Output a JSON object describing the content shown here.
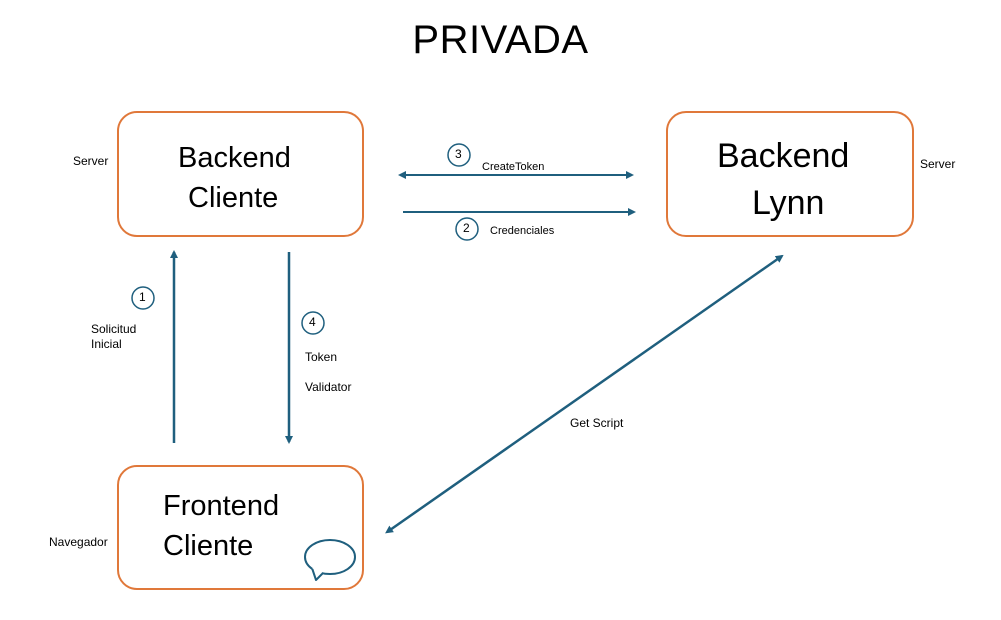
{
  "title": "PRIVADA",
  "nodes": {
    "backend_cliente": {
      "line1": "Backend",
      "line2": "Cliente",
      "side_label": "Server"
    },
    "backend_lynn": {
      "line1": "Backend",
      "line2": "Lynn",
      "side_label": "Server"
    },
    "frontend_cliente": {
      "line1": "Frontend",
      "line2": "Cliente",
      "side_label": "Navegador"
    }
  },
  "steps": [
    {
      "number": "1",
      "label_lines": [
        "Solicitud",
        "Inicial"
      ]
    },
    {
      "number": "2",
      "label_lines": [
        "Credenciales"
      ]
    },
    {
      "number": "3",
      "label_lines": [
        "CreateToken"
      ]
    },
    {
      "number": "4",
      "label_lines": [
        "Token",
        "Validator"
      ]
    }
  ],
  "get_script_label": "Get Script",
  "colors": {
    "box_border": "#e0783a",
    "arrow": "#1f5f7e"
  },
  "icons": {
    "chat": "speech-bubble-icon"
  }
}
